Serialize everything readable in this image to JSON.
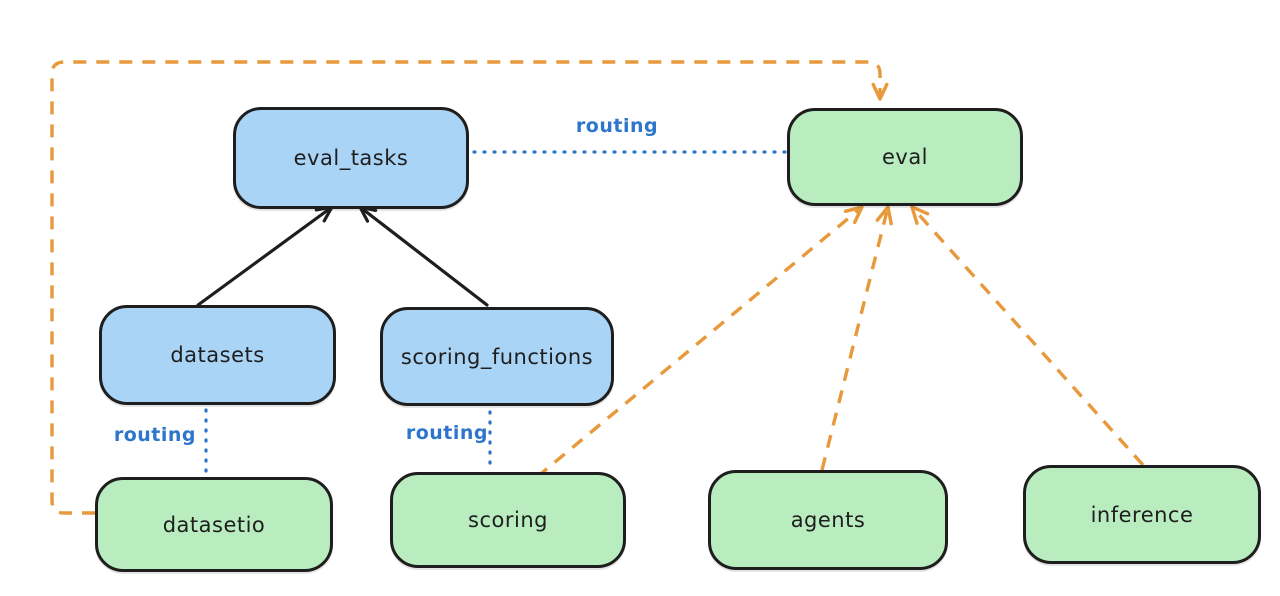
{
  "diagram": {
    "nodes": [
      {
        "id": "eval_tasks",
        "label": "eval_tasks",
        "kind": "resource",
        "fill": "#a9d4f6"
      },
      {
        "id": "eval",
        "label": "eval",
        "kind": "api",
        "fill": "#b9edc0"
      },
      {
        "id": "datasets",
        "label": "datasets",
        "kind": "resource",
        "fill": "#a9d4f6"
      },
      {
        "id": "scoring_functions",
        "label": "scoring_functions",
        "kind": "resource",
        "fill": "#a9d4f6"
      },
      {
        "id": "datasetio",
        "label": "datasetio",
        "kind": "api",
        "fill": "#b9edc0"
      },
      {
        "id": "scoring",
        "label": "scoring",
        "kind": "api",
        "fill": "#b9edc0"
      },
      {
        "id": "agents",
        "label": "agents",
        "kind": "api",
        "fill": "#b9edc0"
      },
      {
        "id": "inference",
        "label": "inference",
        "kind": "api",
        "fill": "#b9edc0"
      }
    ],
    "edges": [
      {
        "from": "datasets",
        "to": "eval_tasks",
        "style": "solid",
        "color": "#1e1e1e",
        "arrow": true
      },
      {
        "from": "scoring_functions",
        "to": "eval_tasks",
        "style": "solid",
        "color": "#1e1e1e",
        "arrow": true
      },
      {
        "from": "eval_tasks",
        "to": "eval",
        "style": "dotted",
        "color": "#2d76cc",
        "arrow": false,
        "label": "routing"
      },
      {
        "from": "datasets",
        "to": "datasetio",
        "style": "dotted",
        "color": "#2d76cc",
        "arrow": false,
        "label": "routing"
      },
      {
        "from": "scoring_functions",
        "to": "scoring",
        "style": "dotted",
        "color": "#2d76cc",
        "arrow": false,
        "label": "routing"
      },
      {
        "from": "datasetio",
        "to": "eval",
        "style": "dashed",
        "color": "#e8993b",
        "arrow": true
      },
      {
        "from": "scoring",
        "to": "eval",
        "style": "dashed",
        "color": "#e8993b",
        "arrow": true
      },
      {
        "from": "agents",
        "to": "eval",
        "style": "dashed",
        "color": "#e8993b",
        "arrow": true
      },
      {
        "from": "inference",
        "to": "eval",
        "style": "dashed",
        "color": "#e8993b",
        "arrow": true
      }
    ]
  },
  "colors": {
    "background": "#ffffff",
    "node_blue_fill": "#a9d4f6",
    "node_green_fill": "#b9edc0",
    "node_stroke": "#1e1e1e",
    "routing_blue": "#2d76cc",
    "orange_dashed": "#e8993b",
    "black_arrow": "#1e1e1e"
  }
}
